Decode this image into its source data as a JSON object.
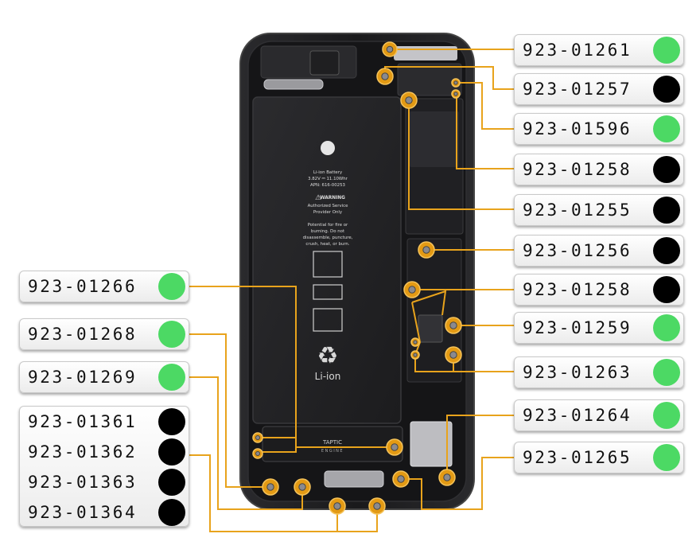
{
  "colors": {
    "available": "#4cd964",
    "unavailable": "#000000",
    "callout_line": "#e8a31c",
    "phone_body": "#1b1b1d",
    "battery": "#232325"
  },
  "battery": {
    "lines": [
      "Li-ion Battery",
      "3.82V ⎓ 11.10Whr",
      "APN: 616-00253"
    ],
    "warning_title": "WARNING",
    "warning_lines": [
      "Authorized Service",
      "Provider Only",
      "",
      "Potential for fire or",
      "burning. Do not",
      "disassemble, puncture,",
      "crush, heat, or burn."
    ],
    "recycle_label": "Li-ion"
  },
  "taptic": {
    "title": "TAPTIC",
    "subtitle": "ENGINE"
  },
  "labels": {
    "right": [
      {
        "part": "923-01261",
        "status": "available"
      },
      {
        "part": "923-01257",
        "status": "unavailable"
      },
      {
        "part": "923-01596",
        "status": "available"
      },
      {
        "part": "923-01258",
        "status": "unavailable"
      },
      {
        "part": "923-01255",
        "status": "unavailable"
      },
      {
        "part": "923-01256",
        "status": "unavailable"
      },
      {
        "part": "923-01258",
        "status": "unavailable"
      },
      {
        "part": "923-01259",
        "status": "available"
      },
      {
        "part": "923-01263",
        "status": "available"
      },
      {
        "part": "923-01264",
        "status": "available"
      },
      {
        "part": "923-01265",
        "status": "available"
      }
    ],
    "left": [
      {
        "part": "923-01266",
        "status": "available"
      },
      {
        "part": "923-01268",
        "status": "available"
      },
      {
        "part": "923-01269",
        "status": "available"
      }
    ],
    "left_group": [
      {
        "part": "923-01361",
        "status": "unavailable"
      },
      {
        "part": "923-01362",
        "status": "unavailable"
      },
      {
        "part": "923-01363",
        "status": "unavailable"
      },
      {
        "part": "923-01364",
        "status": "unavailable"
      }
    ]
  }
}
